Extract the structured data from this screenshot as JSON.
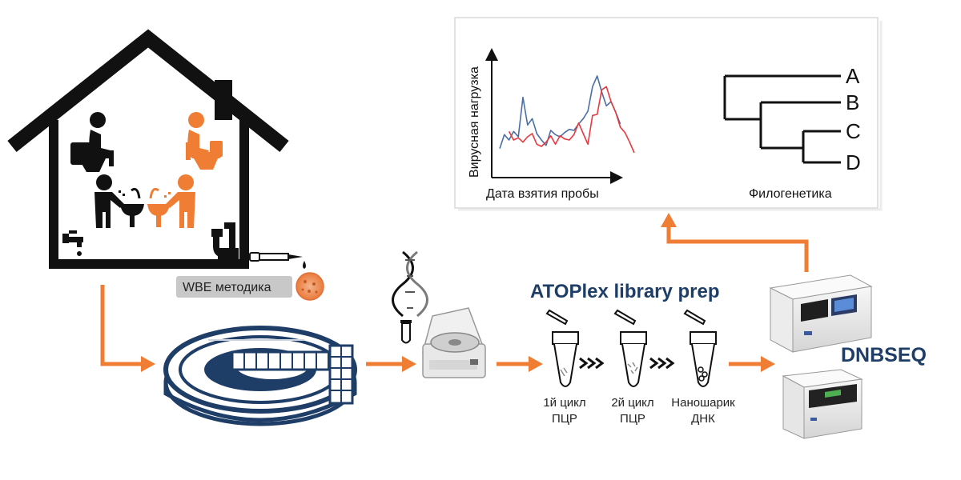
{
  "wbe_badge": {
    "label": "WBE методика"
  },
  "results_panel": {
    "chart": {
      "xlabel": "Дата взятия пробы",
      "ylabel": "Вирусная нагрузка"
    },
    "phylogeny": {
      "label": "Филогенетика",
      "leaves": [
        "A",
        "B",
        "C",
        "D"
      ]
    }
  },
  "library_prep": {
    "title": "ATOPlex library prep",
    "steps": [
      {
        "line1": "1й цикл",
        "line2": "ПЦР"
      },
      {
        "line1": "2й цикл",
        "line2": "ПЦР"
      },
      {
        "line1": "Наношарик",
        "line2": "ДНК"
      }
    ]
  },
  "sequencer": {
    "label": "DNBSEQ"
  },
  "colors": {
    "accent": "#ef7d33",
    "navy": "#1e3d67",
    "blue_line": "#4a6fa5",
    "red_line": "#e8393f"
  },
  "chart_data": {
    "type": "line",
    "xlabel": "Дата взятия пробы",
    "ylabel": "Вирусная нагрузка",
    "series": [
      {
        "color": "#4a6fa5",
        "x": [
          0,
          1,
          2,
          3,
          4,
          5,
          6,
          7,
          8,
          9,
          10,
          11,
          12,
          13,
          14,
          15,
          16,
          17,
          18,
          19,
          20,
          21,
          22,
          23,
          24,
          25,
          26,
          27,
          28,
          29
        ],
        "values": [
          2.2,
          3.5,
          3.0,
          3.8,
          3.3,
          7.0,
          4.4,
          5.0,
          3.6,
          3.0,
          2.5,
          3.9,
          3.5,
          3.3,
          3.7,
          4.0,
          3.9,
          4.5,
          5.0,
          5.7,
          8.0,
          9.0,
          7.5,
          6.2,
          6.6,
          5.6,
          4.5,
          null,
          null,
          null
        ]
      },
      {
        "color": "#e8393f",
        "x": [
          0,
          1,
          2,
          3,
          4,
          5,
          6,
          7,
          8,
          9,
          10,
          11,
          12,
          13,
          14,
          15,
          16,
          17,
          18,
          19,
          20,
          21,
          22,
          23,
          24,
          25,
          26,
          27,
          28,
          29
        ],
        "values": [
          null,
          null,
          3.8,
          3.0,
          3.2,
          2.8,
          3.3,
          3.6,
          2.6,
          2.4,
          2.8,
          3.4,
          2.6,
          3.4,
          3.1,
          3.0,
          3.5,
          4.6,
          3.6,
          2.6,
          5.3,
          5.4,
          7.7,
          8.0,
          6.6,
          5.6,
          4.2,
          3.7,
          2.8,
          1.8
        ]
      }
    ]
  }
}
